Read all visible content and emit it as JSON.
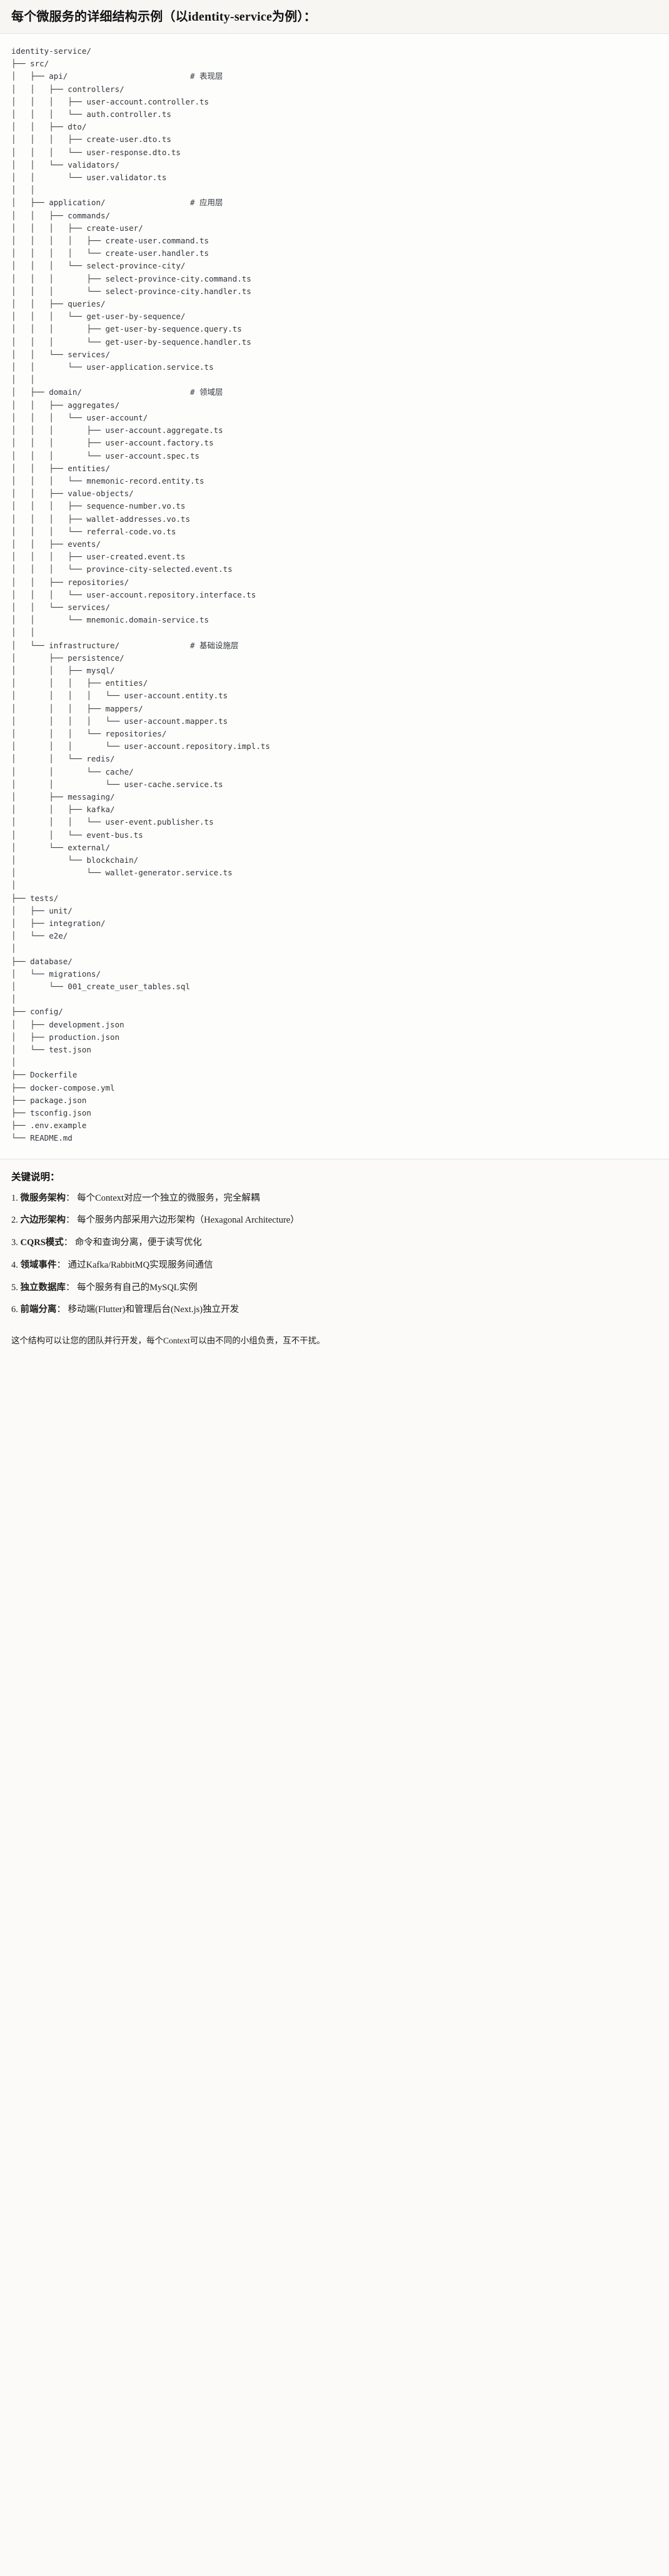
{
  "header": {
    "title": "每个微服务的详细结构示例（以identity-service为例）："
  },
  "tree": {
    "root_label": "identity-service/",
    "text": "identity-service/\n├── src/\n│   ├── api/                          # 表现层\n│   │   ├── controllers/\n│   │   │   ├── user-account.controller.ts\n│   │   │   └── auth.controller.ts\n│   │   ├── dto/\n│   │   │   ├── create-user.dto.ts\n│   │   │   └── user-response.dto.ts\n│   │   └── validators/\n│   │       └── user.validator.ts\n│   │\n│   ├── application/                  # 应用层\n│   │   ├── commands/\n│   │   │   ├── create-user/\n│   │   │   │   ├── create-user.command.ts\n│   │   │   │   └── create-user.handler.ts\n│   │   │   └── select-province-city/\n│   │   │       ├── select-province-city.command.ts\n│   │   │       └── select-province-city.handler.ts\n│   │   ├── queries/\n│   │   │   └── get-user-by-sequence/\n│   │   │       ├── get-user-by-sequence.query.ts\n│   │   │       └── get-user-by-sequence.handler.ts\n│   │   └── services/\n│   │       └── user-application.service.ts\n│   │\n│   ├── domain/                       # 领域层\n│   │   ├── aggregates/\n│   │   │   └── user-account/\n│   │   │       ├── user-account.aggregate.ts\n│   │   │       ├── user-account.factory.ts\n│   │   │       └── user-account.spec.ts\n│   │   ├── entities/\n│   │   │   └── mnemonic-record.entity.ts\n│   │   ├── value-objects/\n│   │   │   ├── sequence-number.vo.ts\n│   │   │   ├── wallet-addresses.vo.ts\n│   │   │   └── referral-code.vo.ts\n│   │   ├── events/\n│   │   │   ├── user-created.event.ts\n│   │   │   └── province-city-selected.event.ts\n│   │   ├── repositories/\n│   │   │   └── user-account.repository.interface.ts\n│   │   └── services/\n│   │       └── mnemonic.domain-service.ts\n│   │\n│   └── infrastructure/               # 基础设施层\n│       ├── persistence/\n│       │   ├── mysql/\n│       │   │   ├── entities/\n│       │   │   │   └── user-account.entity.ts\n│       │   │   ├── mappers/\n│       │   │   │   └── user-account.mapper.ts\n│       │   │   └── repositories/\n│       │   │       └── user-account.repository.impl.ts\n│       │   └── redis/\n│       │       └── cache/\n│       │           └── user-cache.service.ts\n│       ├── messaging/\n│       │   ├── kafka/\n│       │   │   └── user-event.publisher.ts\n│       │   └── event-bus.ts\n│       └── external/\n│           └── blockchain/\n│               └── wallet-generator.service.ts\n│\n├── tests/\n│   ├── unit/\n│   ├── integration/\n│   └── e2e/\n│\n├── database/\n│   └── migrations/\n│       └── 001_create_user_tables.sql\n│\n├── config/\n│   ├── development.json\n│   ├── production.json\n│   └── test.json\n│\n├── Dockerfile\n├── docker-compose.yml\n├── package.json\n├── tsconfig.json\n├── .env.example\n└── README.md"
  },
  "keypoints": {
    "title": "关键说明：",
    "items": [
      {
        "num": "1.",
        "term": "微服务架构",
        "sep": "：",
        "desc": "每个Context对应一个独立的微服务，完全解耦"
      },
      {
        "num": "2.",
        "term": "六边形架构",
        "sep": "：",
        "desc": "每个服务内部采用六边形架构（Hexagonal Architecture）"
      },
      {
        "num": "3.",
        "term": "CQRS模式",
        "sep": "：",
        "desc": "命令和查询分离，便于读写优化"
      },
      {
        "num": "4.",
        "term": "领域事件",
        "sep": "：",
        "desc": "通过Kafka/RabbitMQ实现服务间通信"
      },
      {
        "num": "5.",
        "term": "独立数据库",
        "sep": "：",
        "desc": "每个服务有自己的MySQL实例"
      },
      {
        "num": "6.",
        "term": "前端分离",
        "sep": "：",
        "desc": "移动端(Flutter)和管理后台(Next.js)独立开发"
      }
    ]
  },
  "closing": {
    "text": "这个结构可以让您的团队并行开发，每个Context可以由不同的小组负责，互不干扰。"
  },
  "colors": {
    "page_background": "#fbfaf8",
    "header_background": "#f7f6f3",
    "code_background": "#fdfdfc",
    "text": "#1a1a1a",
    "code_text": "#31353b",
    "rule": "#e3e1dc"
  }
}
